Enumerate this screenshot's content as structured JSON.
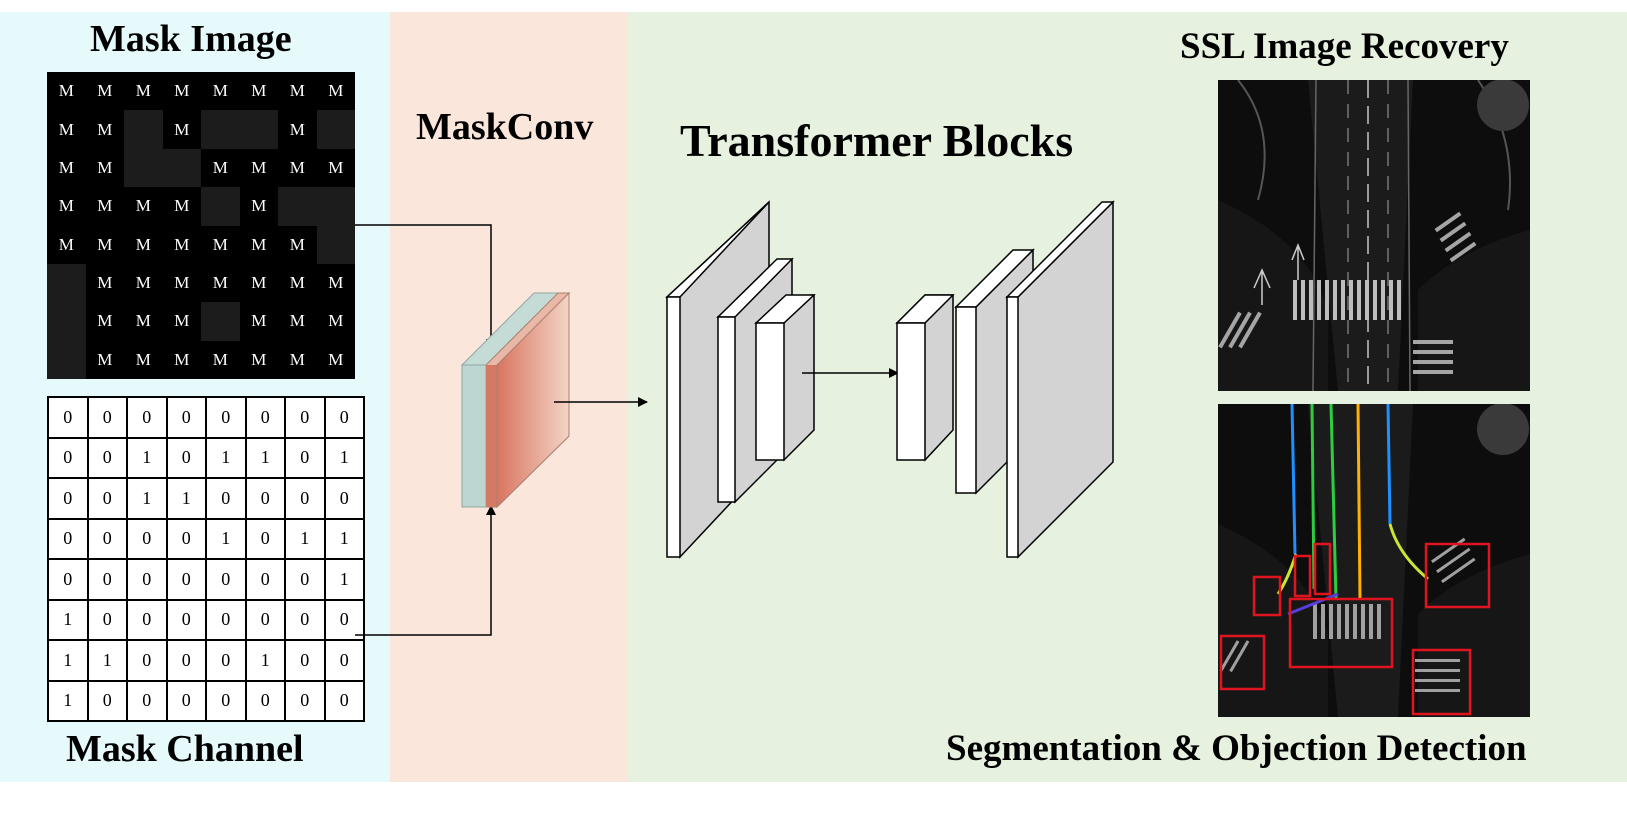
{
  "titles": {
    "mask_image": "Mask Image",
    "mask_conv": "MaskConv",
    "transformer_blocks": "Transformer Blocks",
    "ssl_recovery": "SSL Image Recovery",
    "mask_channel": "Mask Channel",
    "segmentation": "Segmentation & Objection Detection"
  },
  "mask_image": {
    "token": "M",
    "grid": [
      [
        1,
        1,
        1,
        1,
        1,
        1,
        1,
        1
      ],
      [
        1,
        1,
        0,
        1,
        0,
        0,
        1,
        0
      ],
      [
        1,
        1,
        0,
        0,
        1,
        1,
        1,
        1
      ],
      [
        1,
        1,
        1,
        1,
        0,
        1,
        0,
        0
      ],
      [
        1,
        1,
        1,
        1,
        1,
        1,
        1,
        0
      ],
      [
        0,
        1,
        1,
        1,
        1,
        1,
        1,
        1
      ],
      [
        0,
        1,
        1,
        1,
        0,
        1,
        1,
        1
      ],
      [
        0,
        1,
        1,
        1,
        1,
        1,
        1,
        1
      ]
    ]
  },
  "mask_channel": {
    "rows": [
      [
        "0",
        "0",
        "0",
        "0",
        "0",
        "0",
        "0",
        "0"
      ],
      [
        "0",
        "0",
        "1",
        "0",
        "1",
        "1",
        "0",
        "1"
      ],
      [
        "0",
        "0",
        "1",
        "1",
        "0",
        "0",
        "0",
        "0"
      ],
      [
        "0",
        "0",
        "0",
        "0",
        "1",
        "0",
        "1",
        "1"
      ],
      [
        "0",
        "0",
        "0",
        "0",
        "0",
        "0",
        "0",
        "1"
      ],
      [
        "1",
        "0",
        "0",
        "0",
        "0",
        "0",
        "0",
        "0"
      ],
      [
        "1",
        "1",
        "0",
        "0",
        "0",
        "1",
        "0",
        "0"
      ],
      [
        "1",
        "0",
        "0",
        "0",
        "0",
        "0",
        "0",
        "0"
      ]
    ]
  },
  "colors": {
    "mask_panel": "#e6fafb",
    "conv_panel": "#fbe6dc",
    "transformer_panel": "#e6f1df",
    "block_face": "#d3d3d3",
    "detection_box": "#e0141e",
    "lane_blue": "#1e90ff",
    "lane_green": "#2ecc40",
    "lane_orange": "#ffb000",
    "lane_yellow_green": "#c8e632",
    "lane_purple": "#5a3cdc"
  }
}
